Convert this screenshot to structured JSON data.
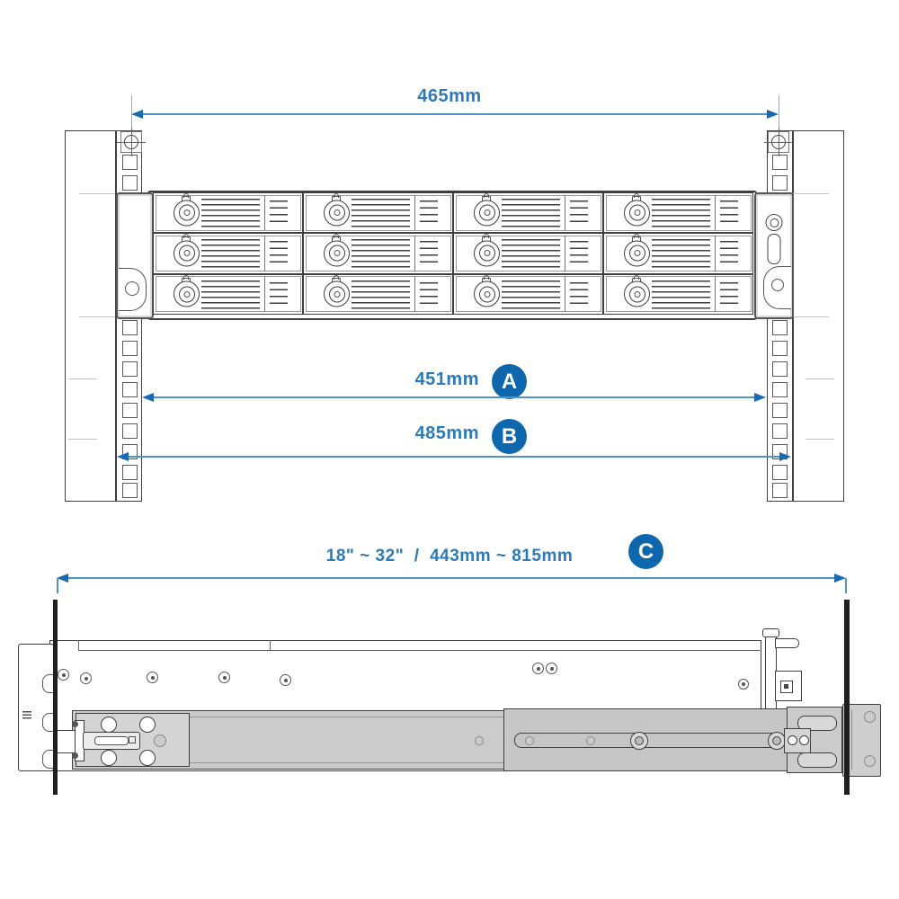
{
  "page": {
    "background": "#ffffff"
  },
  "front_view": {
    "description": "Front view of 12-bay rackmount enclosure mounted between rack posts",
    "dim_top": {
      "label": "465mm"
    },
    "dim_a": {
      "label": "451mm",
      "badge": "A"
    },
    "dim_b": {
      "label": "485mm",
      "badge": "B"
    },
    "drive_bays": {
      "rows": 3,
      "columns": 4
    }
  },
  "side_view": {
    "description": "Side view of enclosure on sliding rail kit between rack posts",
    "dim_c": {
      "label": "18\" ~ 32\"  /  443mm ~ 815mm",
      "badge": "C"
    }
  },
  "colors": {
    "dimension_line": "#4e94c8",
    "arrow_head": "#1a6ab2",
    "dimension_text": "#2d7ab8",
    "badge_fill": "#0e66ac",
    "badge_text": "#ffffff",
    "line_art": "#3f3f3f",
    "ext_line": "#aaaaaa",
    "rail_fill": "#cbcbcb",
    "rail_fill_light": "#d4d4d4",
    "rail_fill_dark": "#c6c6c6",
    "post_fill": "#1f1f1f"
  },
  "layout": {
    "rack_hole_centers_y": [
      180,
      203,
      364,
      387,
      410,
      433,
      456,
      479,
      502,
      525,
      545
    ],
    "rack_hole_center_x_left": 143.5,
    "rack_hole_center_x_right": 866.5
  }
}
